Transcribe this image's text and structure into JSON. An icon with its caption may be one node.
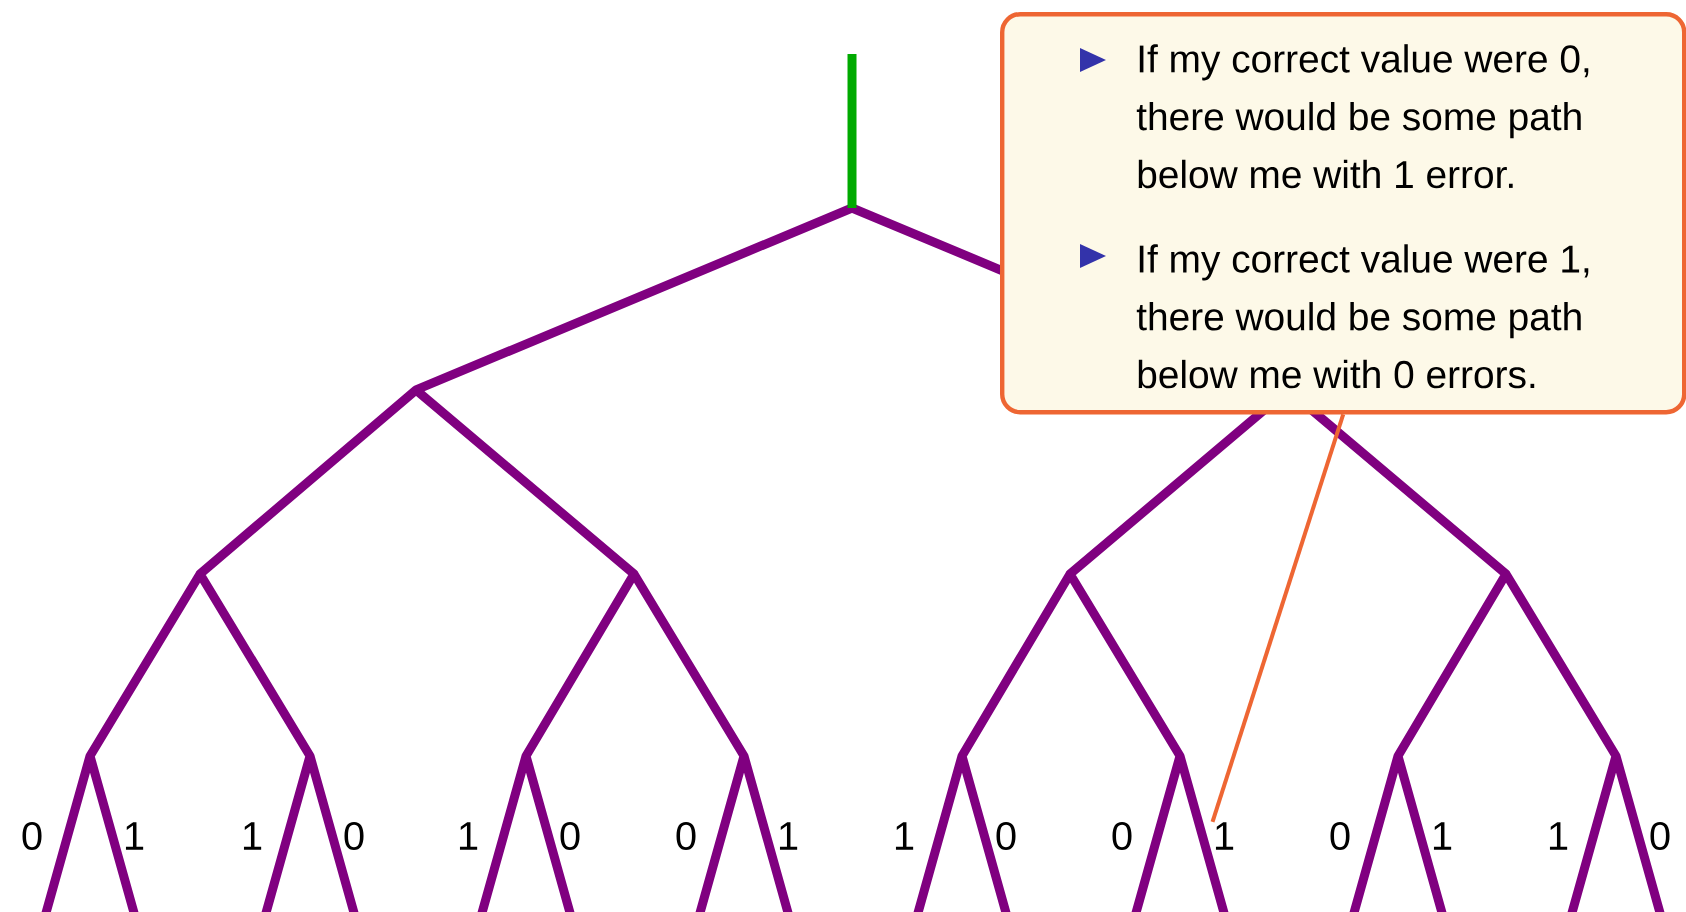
{
  "diagram": {
    "nodes": [
      {
        "text": [
          "If my correct value were 0, there would be some path below me with 1 error.",
          "If my correct value were 1, there would be some path below me with 0 errors."
        ]
      },
      {
        "text": [
          "1"
        ]
      }
    ],
    "edges": [
      {
        "from": 0,
        "to": 1,
        "arrow": "none"
      }
    ],
    "labels": [
      "0",
      "1",
      "1",
      "0",
      "1",
      "0",
      "0",
      "1",
      "1",
      "0",
      "0",
      "0",
      "1",
      "1",
      "0"
    ]
  }
}
